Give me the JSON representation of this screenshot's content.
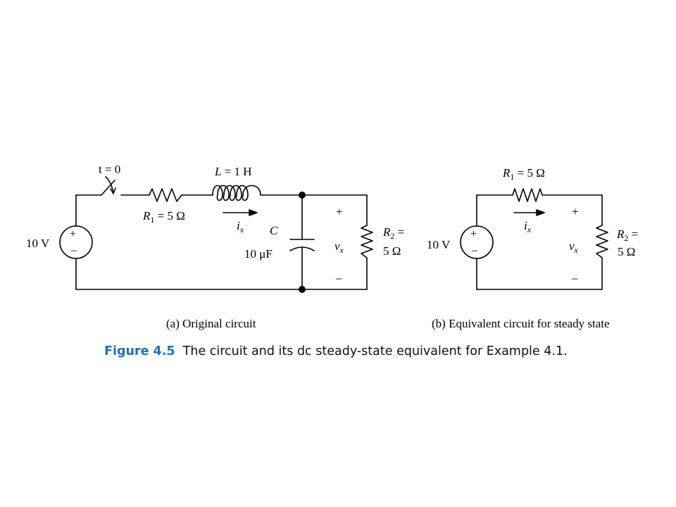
{
  "circuit_a": {
    "switch_label": "t = 0",
    "source": {
      "value": "10 V",
      "plus": "+",
      "minus": "–"
    },
    "r1": {
      "symbol": "R",
      "sub": "1",
      "rest": " = 5 Ω"
    },
    "inductor": {
      "symbol": "L",
      "rest": " = 1 H"
    },
    "current": {
      "symbol": "i",
      "sub": "x"
    },
    "capacitor": {
      "symbol": "C",
      "value": "10 μF"
    },
    "vx": {
      "plus": "+",
      "symbol": "v",
      "sub": "x",
      "minus": "–"
    },
    "r2": {
      "symbol": "R",
      "sub": "2",
      "eq": " =",
      "value": "5 Ω"
    },
    "caption": "(a) Original circuit"
  },
  "circuit_b": {
    "source": {
      "value": "10 V",
      "plus": "+",
      "minus": "–"
    },
    "r1": {
      "symbol": "R",
      "sub": "1",
      "rest": " = 5 Ω"
    },
    "current": {
      "symbol": "i",
      "sub": "x"
    },
    "vx": {
      "plus": "+",
      "symbol": "v",
      "sub": "x",
      "minus": "–"
    },
    "r2": {
      "symbol": "R",
      "sub": "2",
      "eq": " =",
      "value": "5 Ω"
    },
    "caption": "(b) Equivalent circuit for steady state"
  },
  "figure_caption": {
    "label": "Figure 4.5",
    "text": "  The circuit and its dc steady-state equivalent for Example 4.1."
  },
  "colors": {
    "caption_label": "#1f6fc0",
    "ink": "#000000"
  }
}
